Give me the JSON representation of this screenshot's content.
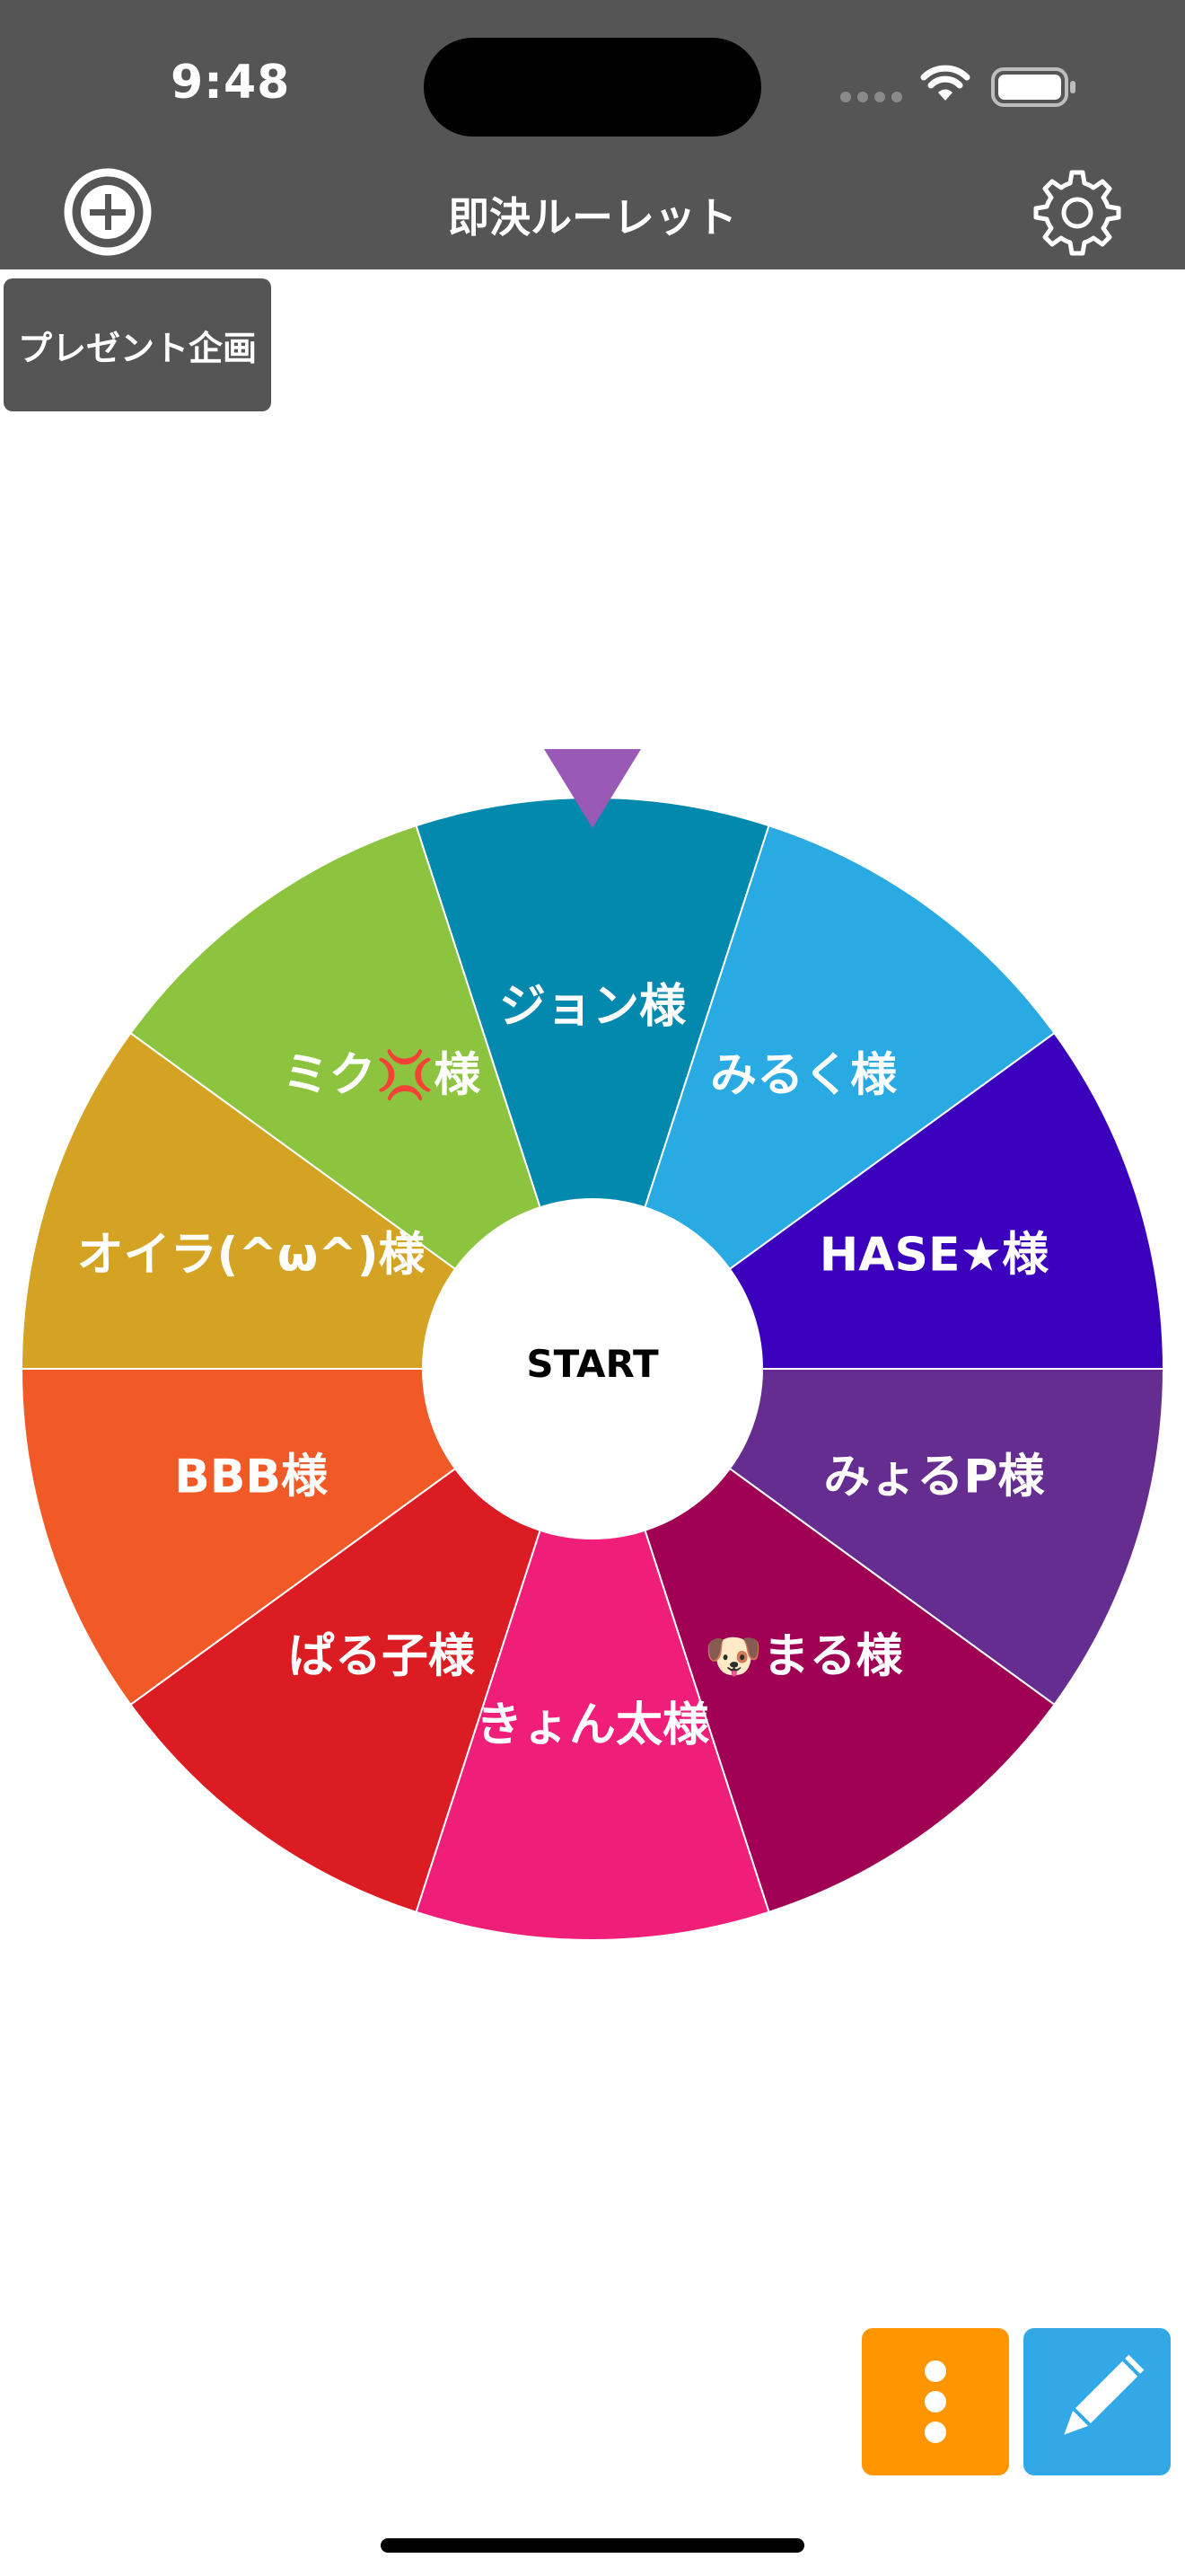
{
  "status_bar": {
    "time": "9:48"
  },
  "header": {
    "title": "即決ルーレット",
    "add_icon": "plus-circle-icon",
    "settings_icon": "gear-icon"
  },
  "preset": {
    "label": "プレゼント企画"
  },
  "wheel": {
    "start_label": "START",
    "pointer_color": "#9b59b6",
    "segments": [
      {
        "label": "ジョン様",
        "color": "#0389ad"
      },
      {
        "label": "みるく様",
        "color": "#2aaae2"
      },
      {
        "label": "HASE★様",
        "color": "#3a00bb"
      },
      {
        "label": "みょるP様",
        "color": "#652d90"
      },
      {
        "label": "🐶まる様",
        "color": "#9f0053"
      },
      {
        "label": "きょん太様",
        "color": "#ef1e79"
      },
      {
        "label": "ぱる子様",
        "color": "#db1c23"
      },
      {
        "label": "BBB様",
        "color": "#f15a27"
      },
      {
        "label": "オイラ(^ω^)様",
        "color": "#d4a324"
      },
      {
        "label": "ミク💢様",
        "color": "#8cc43f"
      }
    ]
  },
  "toolbar": {
    "menu_icon": "more-vertical-icon",
    "edit_icon": "pencil-icon"
  }
}
